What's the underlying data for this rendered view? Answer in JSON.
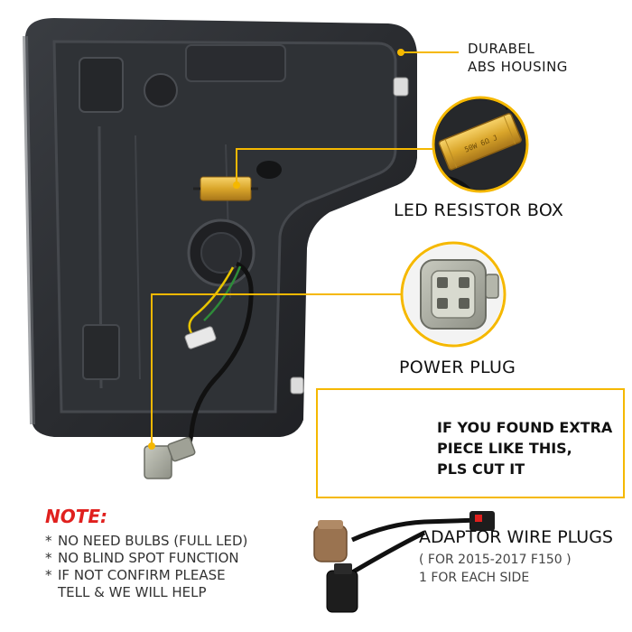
{
  "callouts": {
    "housing_line1": "DURABEL",
    "housing_line2": "ABS HOUSING",
    "resistor": "LED RESISTOR BOX",
    "power_plug": "POWER PLUG",
    "extra_piece_line1": "IF YOU FOUND EXTRA",
    "extra_piece_line2": "PIECE LIKE THIS,",
    "extra_piece_line3": "PLS CUT IT"
  },
  "resistor_print": "50W 6Ω J",
  "note": {
    "title": "NOTE:",
    "items": [
      "NO NEED BULBS (FULL LED)",
      "NO BLIND SPOT FUNCTION",
      "IF NOT CONFIRM PLEASE"
    ],
    "continuation": "TELL & WE WILL HELP",
    "bullet": "*"
  },
  "adaptor": {
    "title": "ADAPTOR WIRE PLUGS",
    "subtitle": "( FOR 2015-2017 F150 )",
    "per_side": "1 FOR EACH SIDE"
  },
  "colors": {
    "accent": "#f5b800",
    "note_red": "#e0201e",
    "housing": "#2a2c30",
    "plug_gray": "#a9aca0"
  },
  "icons": [
    "resistor-box-icon",
    "power-plug-icon",
    "connector-closeup-icon",
    "adaptor-harness-icon"
  ]
}
